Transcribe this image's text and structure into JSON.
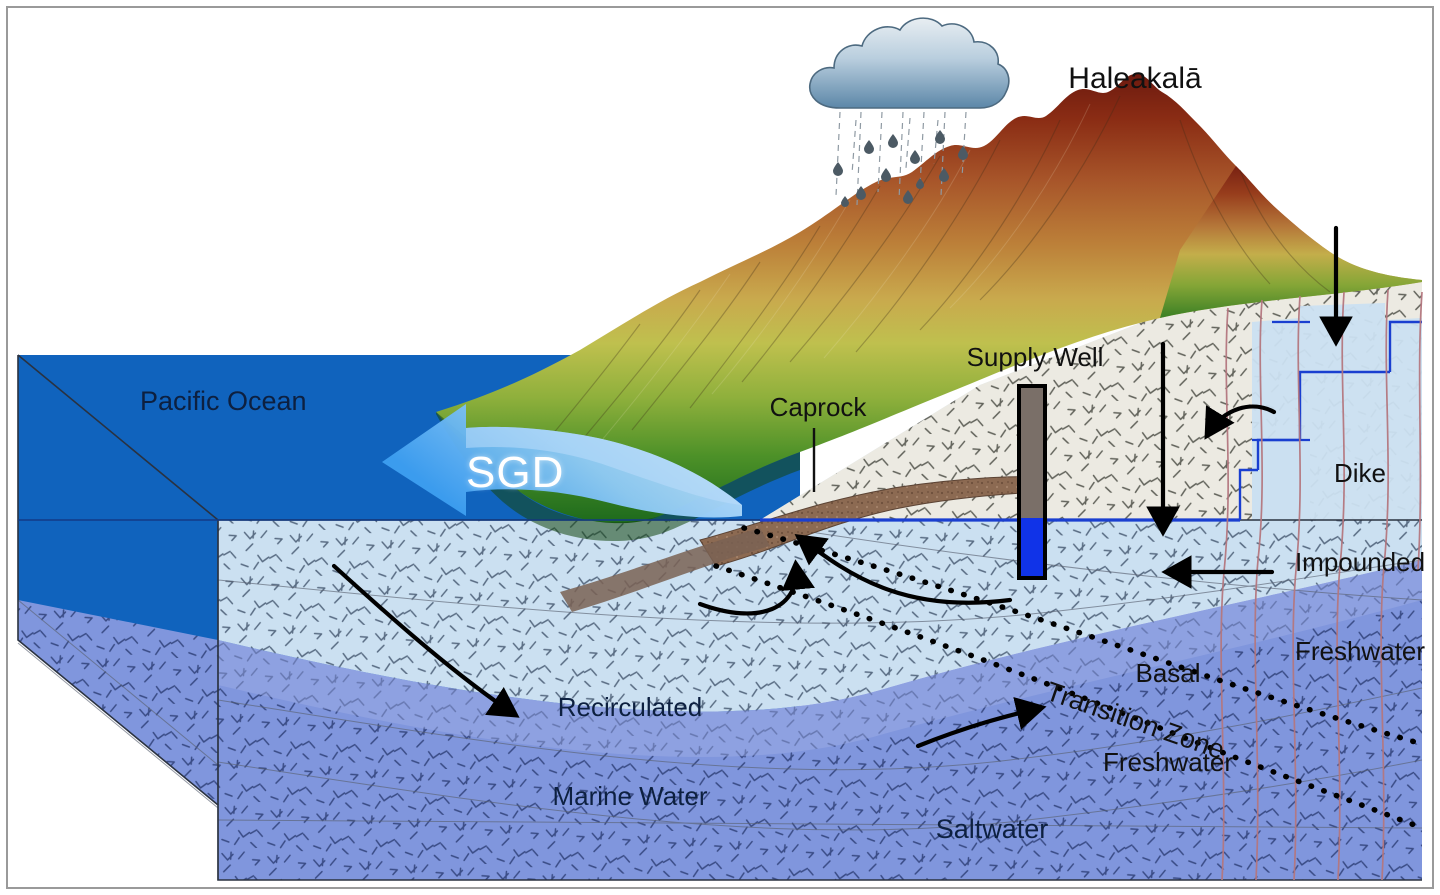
{
  "diagram": {
    "title": "Hydrogeologic cross-section block diagram of Haleakala, Maui",
    "type": "geologic-block-diagram"
  },
  "labels": {
    "mountain": "Haleakalā",
    "ocean": "Pacific Ocean",
    "sgd": "SGD",
    "caprock": "Caprock",
    "supply_well": "Supply Well",
    "dike_impounded": [
      "Dike",
      "Impounded",
      "Freshwater"
    ],
    "basal_freshwater": [
      "Basal",
      "Freshwater"
    ],
    "recirculated_marine": [
      "Recirculated",
      "Marine Water"
    ],
    "transition_zone": "Transition Zone",
    "saltwater": "Saltwater"
  },
  "features": {
    "cloud": "rain-cloud-icon",
    "rain": "rainfall-icon",
    "well": "supply-well-icon",
    "recharge_arrows": "downward-recharge-arrows",
    "flow_arrows": "groundwater-flow-arrows",
    "sgd_arrow": "submarine-groundwater-discharge-arrow",
    "water_table": "water-table-line",
    "dikes": "volcanic-dike-lines",
    "transition_boundaries": "dotted-transition-zone-boundaries"
  },
  "colors": {
    "ocean": "#1063bd",
    "ocean_deep": "#0d58a8",
    "saltwater_rock": "#7c96dd",
    "freshwater_rock": "#cadff0",
    "unsaturated_rock": "#ebe9e2",
    "caprock": "#8a6a53",
    "water_table_line": "#1a3fd0",
    "dike_line": "#b4777f",
    "sgd_arrow": "#5cb2f2",
    "summit": "#7d1f12",
    "midslope": "#c9a24a",
    "base": "#1d6b1d",
    "cloud": "#7fa3bd",
    "well_casing": "#7a6f68",
    "well_water": "#1033e8"
  }
}
